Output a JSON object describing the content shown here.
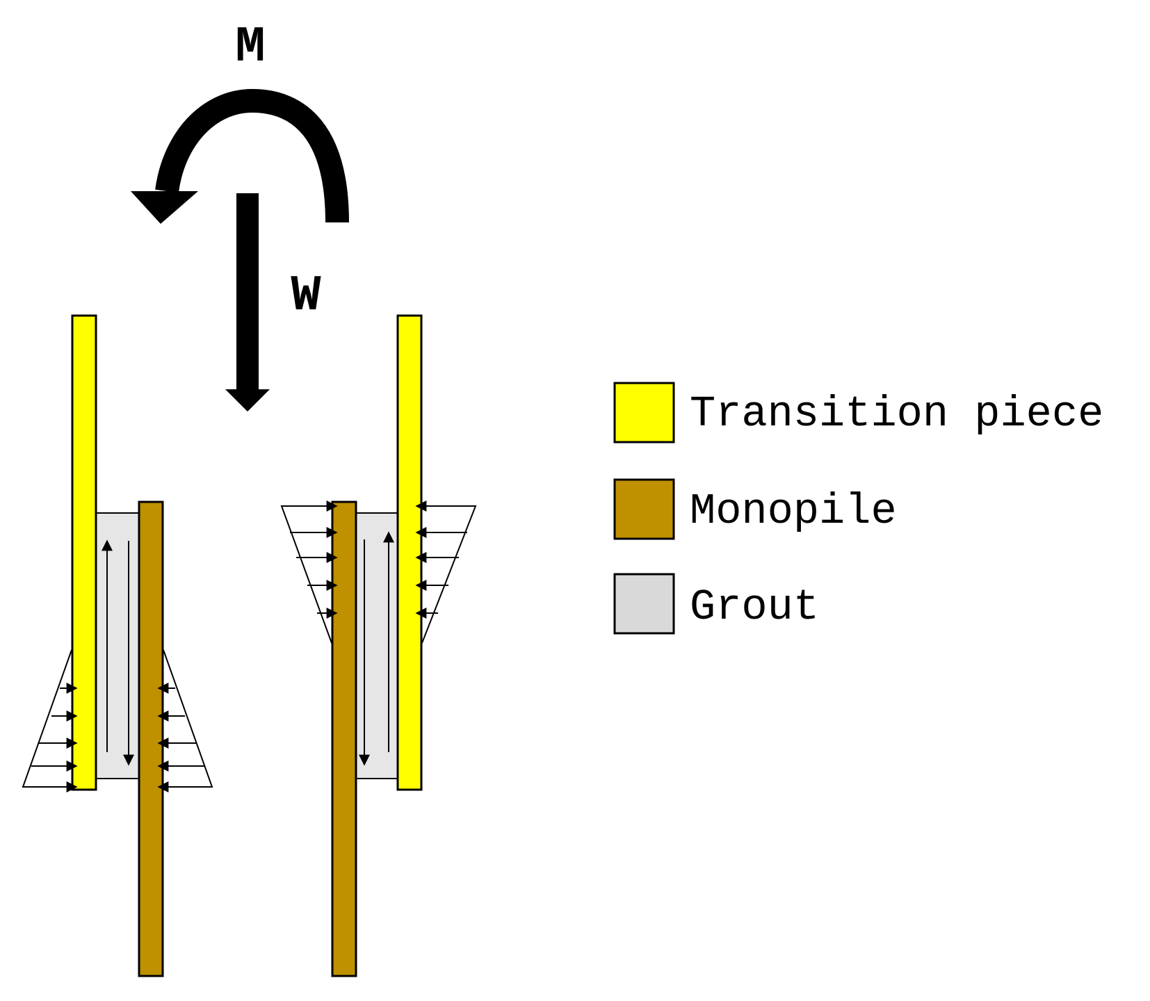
{
  "labels": {
    "moment": "M",
    "weight": "W"
  },
  "legend": [
    {
      "label": "Transition piece",
      "color": "#FFFF00"
    },
    {
      "label": "Monopile",
      "color": "#BF9000"
    },
    {
      "label": "Grout",
      "color": "#D9D9D9"
    }
  ],
  "colors": {
    "transition_piece": "#FFFF00",
    "monopile": "#BF9000",
    "grout_fill": "#E6E6E6",
    "outline": "#000000"
  },
  "icons": {
    "moment": "curved-arrow-counterclockwise",
    "weight": "down-arrow"
  }
}
